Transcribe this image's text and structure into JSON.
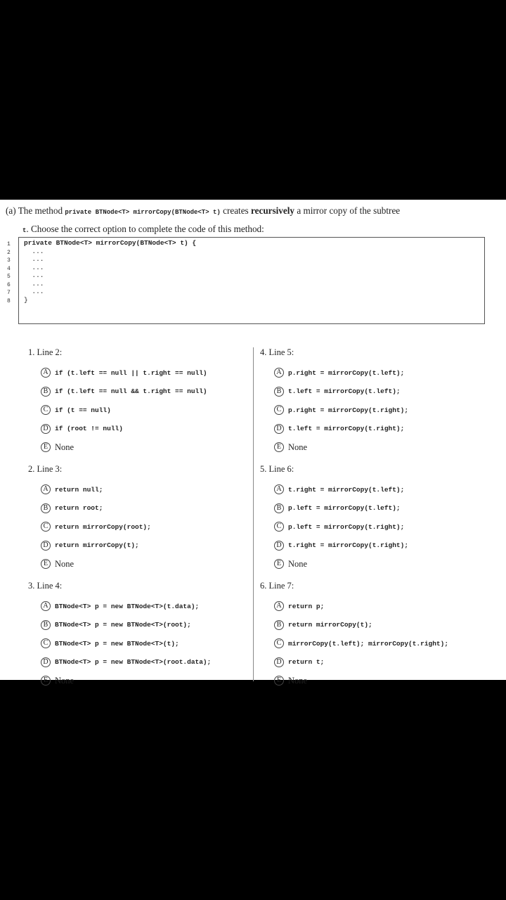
{
  "intro": {
    "a": "(a) The method ",
    "b": "private BTNode<T> mirrorCopy(BTNode<T> t)",
    "c": " creates ",
    "d": "recursively",
    "e": " a mirror copy of the subtree",
    "f": "t",
    "g": ". Choose the correct option to complete the code of this method:"
  },
  "code": {
    "line_numbers": [
      "1",
      "2",
      "3",
      "4",
      "5",
      "6",
      "7",
      "8"
    ],
    "lines": [
      "private BTNode<T> mirrorCopy(BTNode<T> t) {",
      "  ...",
      "  ...",
      "  ...",
      "  ...",
      "  ...",
      "  ...",
      "}"
    ]
  },
  "questions": [
    {
      "title": "1. Line 2:",
      "options": [
        {
          "letter": "A",
          "text": "if (t.left == null || t.right == null)"
        },
        {
          "letter": "B",
          "text": "if (t.left == null && t.right == null)"
        },
        {
          "letter": "C",
          "text": "if (t == null)"
        },
        {
          "letter": "D",
          "text": "if (root != null)"
        },
        {
          "letter": "E",
          "text": "None"
        }
      ]
    },
    {
      "title": "2. Line 3:",
      "options": [
        {
          "letter": "A",
          "text": "return null;"
        },
        {
          "letter": "B",
          "text": "return root;"
        },
        {
          "letter": "C",
          "text": "return mirrorCopy(root);"
        },
        {
          "letter": "D",
          "text": "return mirrorCopy(t);"
        },
        {
          "letter": "E",
          "text": "None"
        }
      ]
    },
    {
      "title": "3. Line 4:",
      "options": [
        {
          "letter": "A",
          "text": "BTNode<T> p = new BTNode<T>(t.data);"
        },
        {
          "letter": "B",
          "text": "BTNode<T> p = new BTNode<T>(root);"
        },
        {
          "letter": "C",
          "text": "BTNode<T> p = new BTNode<T>(t);"
        },
        {
          "letter": "D",
          "text": "BTNode<T> p = new BTNode<T>(root.data);"
        },
        {
          "letter": "E",
          "text": "None"
        }
      ]
    },
    {
      "title": "4. Line 5:",
      "options": [
        {
          "letter": "A",
          "text": "p.right = mirrorCopy(t.left);"
        },
        {
          "letter": "B",
          "text": "t.left = mirrorCopy(t.left);"
        },
        {
          "letter": "C",
          "text": "p.right = mirrorCopy(t.right);"
        },
        {
          "letter": "D",
          "text": "t.left = mirrorCopy(t.right);"
        },
        {
          "letter": "E",
          "text": "None"
        }
      ]
    },
    {
      "title": "5. Line 6:",
      "options": [
        {
          "letter": "A",
          "text": "t.right = mirrorCopy(t.left);"
        },
        {
          "letter": "B",
          "text": "p.left = mirrorCopy(t.left);"
        },
        {
          "letter": "C",
          "text": "p.left = mirrorCopy(t.right);"
        },
        {
          "letter": "D",
          "text": "t.right = mirrorCopy(t.right);"
        },
        {
          "letter": "E",
          "text": "None"
        }
      ]
    },
    {
      "title": "6. Line 7:",
      "options": [
        {
          "letter": "A",
          "text": "return p;"
        },
        {
          "letter": "B",
          "text": "return mirrorCopy(t);"
        },
        {
          "letter": "C",
          "text": "mirrorCopy(t.left); mirrorCopy(t.right);"
        },
        {
          "letter": "D",
          "text": "return t;"
        },
        {
          "letter": "E",
          "text": "None"
        }
      ]
    }
  ]
}
